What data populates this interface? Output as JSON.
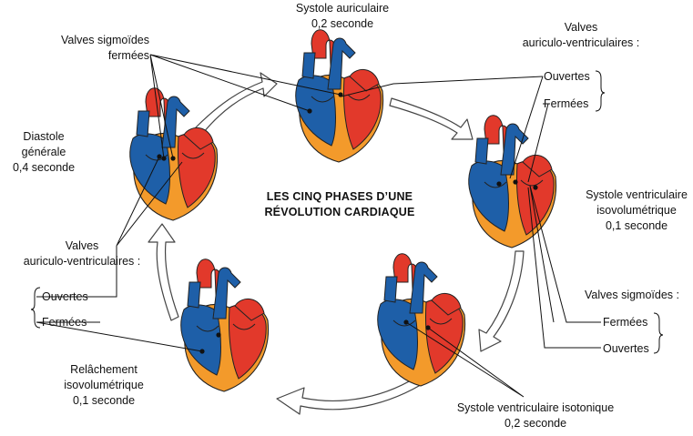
{
  "title": {
    "line1": "LES CINQ PHASES D’UNE",
    "line2": "RÉVOLUTION CARDIAQUE"
  },
  "phases": {
    "systole_auriculaire": {
      "name": "Systole auriculaire",
      "duration": "0,2 seconde"
    },
    "systole_ventriculaire_isovolumetrique": {
      "name_line1": "Systole ventriculaire",
      "name_line2": "isovolumétrique",
      "duration": "0,1 seconde"
    },
    "systole_ventriculaire_isotonique": {
      "name": "Systole ventriculaire isotonique",
      "duration": "0,2 seconde"
    },
    "relachement_isovolumetrique": {
      "name_line1": "Relâchement",
      "name_line2": "isovolumétrique",
      "duration": "0,1 seconde"
    },
    "diastole_generale": {
      "name_line1": "Diastole",
      "name_line2": "générale",
      "duration": "0,4 seconde"
    }
  },
  "valve_labels": {
    "top_left": {
      "line1": "Valves sigmoïdes",
      "line2": "fermées"
    },
    "top_right": {
      "line1": "Valves",
      "line2": "auriculo-ventriculaires :",
      "open": "Ouvertes",
      "closed": "Fermées"
    },
    "bottom_left": {
      "line1": "Valves",
      "line2": "auriculo-ventriculaires :",
      "open": "Ouvertes",
      "closed": "Fermées"
    },
    "bottom_right": {
      "line1": "Valves sigmoïdes :",
      "closed": "Fermées",
      "open": "Ouvertes"
    }
  },
  "colors": {
    "blue": "#1e5fa8",
    "red": "#e2392b",
    "orange": "#f39a2b",
    "text": "#111111",
    "arrow_stroke": "#444444"
  }
}
